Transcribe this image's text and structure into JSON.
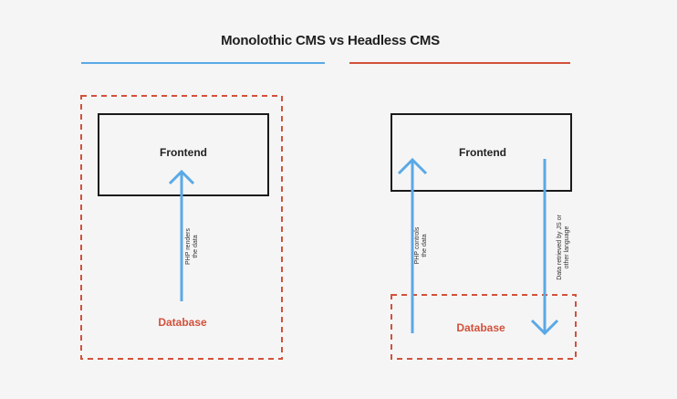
{
  "title": "Monolothic CMS vs Headless CMS",
  "colors": {
    "background": "#f5f5f5",
    "monolithic_accent": "#5aa9e6",
    "headless_accent": "#d2513b",
    "arrow": "#5aa9e6",
    "box_border": "#1a1a1a"
  },
  "monolithic": {
    "frontend_label": "Frontend",
    "database_label": "Database",
    "arrow_label_line1": "PHP renders",
    "arrow_label_line2": "the data"
  },
  "headless": {
    "frontend_label": "Frontend",
    "database_label": "Database",
    "up_arrow_label_line1": "PHP controls",
    "up_arrow_label_line2": "the data",
    "down_arrow_label_line1": "Data retrieved by JS or",
    "down_arrow_label_line2": "other language"
  }
}
